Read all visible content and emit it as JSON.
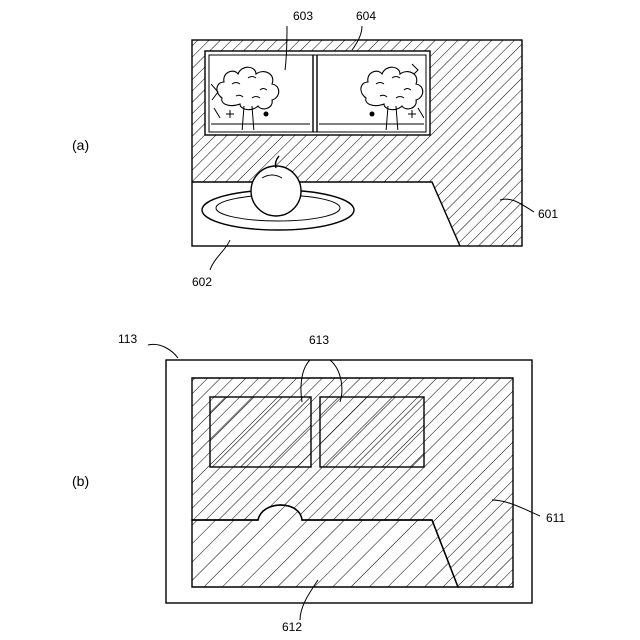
{
  "panels": {
    "a": {
      "label": "(a)"
    },
    "b": {
      "label": "(b)"
    }
  },
  "refs": {
    "r601": "601",
    "r602": "602",
    "r603": "603",
    "r604": "604",
    "r113": "113",
    "r611": "611",
    "r612": "612",
    "r613": "613"
  },
  "colors": {
    "line": "#000000",
    "background": "#ffffff"
  }
}
